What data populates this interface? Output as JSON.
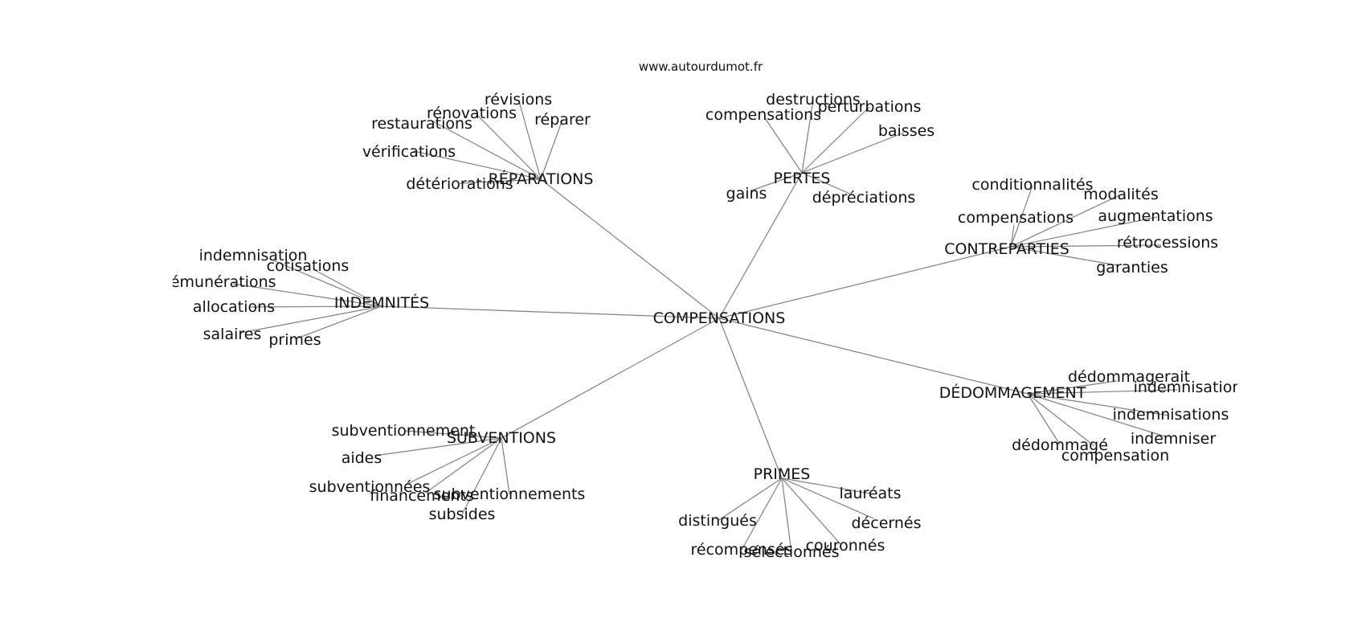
{
  "source": "www.autourdumot.fr",
  "center": "COMPENSATIONS",
  "groups": [
    {
      "hub": "RÉPARATIONS",
      "leaves": [
        "révisions",
        "rénovations",
        "restaurations",
        "réparer",
        "vérifications",
        "détériorations"
      ]
    },
    {
      "hub": "PERTES",
      "leaves": [
        "destructions",
        "perturbations",
        "compensations",
        "baisses",
        "gains",
        "dépréciations"
      ]
    },
    {
      "hub": "CONTREPARTIES",
      "leaves": [
        "conditionnalités",
        "modalités",
        "compensations",
        "augmentations",
        "rétrocessions",
        "garanties"
      ]
    },
    {
      "hub": "INDEMNITÉS",
      "leaves": [
        "indemnisation",
        "cotisations",
        "rémunérations",
        "allocations",
        "salaires",
        "primes"
      ]
    },
    {
      "hub": "DÉDOMMAGEMENT",
      "leaves": [
        "dédommagerait",
        "indemnisation",
        "indemnisations",
        "indemniser",
        "dédommagé",
        "compensation"
      ]
    },
    {
      "hub": "SUBVENTIONS",
      "leaves": [
        "subventionnement",
        "aides",
        "subventionnées",
        "financements",
        "subventionnements",
        "subsides"
      ]
    },
    {
      "hub": "PRIMES",
      "leaves": [
        "lauréats",
        "décernés",
        "distingués",
        "couronnés",
        "récompensés",
        "sélectionnés"
      ]
    }
  ]
}
